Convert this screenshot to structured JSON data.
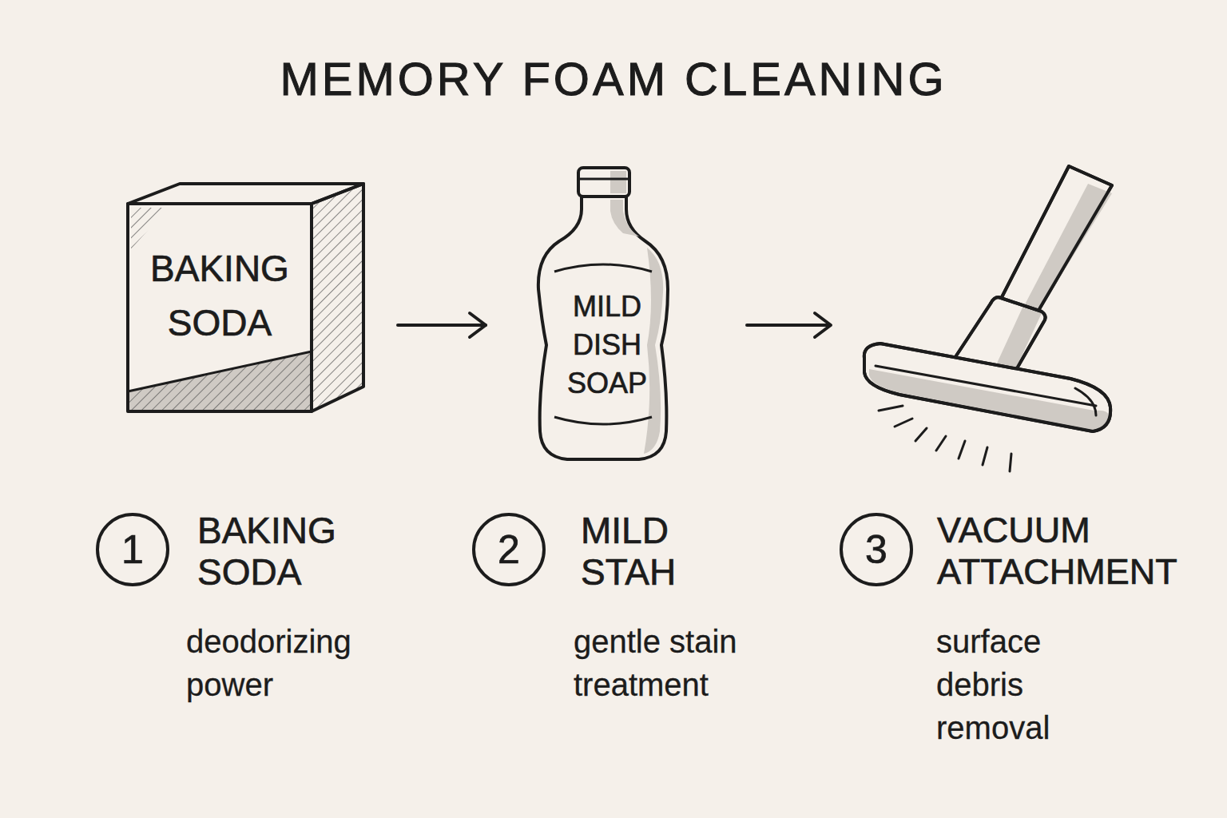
{
  "diagram": {
    "title": "MEMORY FOAM CLEANING",
    "nodes": [
      {
        "text": [
          "BAKING SODA"
        ]
      },
      {
        "text": [
          "MILD DISH SOAP"
        ]
      },
      {
        "text": [
          "1"
        ]
      },
      {
        "text": [
          "2"
        ]
      },
      {
        "text": [
          "3"
        ]
      }
    ],
    "edges": [
      {
        "from": 0,
        "to": 1,
        "arrow": "to"
      }
    ],
    "labels": [
      "BAKING SODA",
      "deodorizing power",
      "MILD STAH",
      "gentle stain treatment",
      "VACUUM ATTACHMENT",
      "surface debris removal"
    ]
  }
}
